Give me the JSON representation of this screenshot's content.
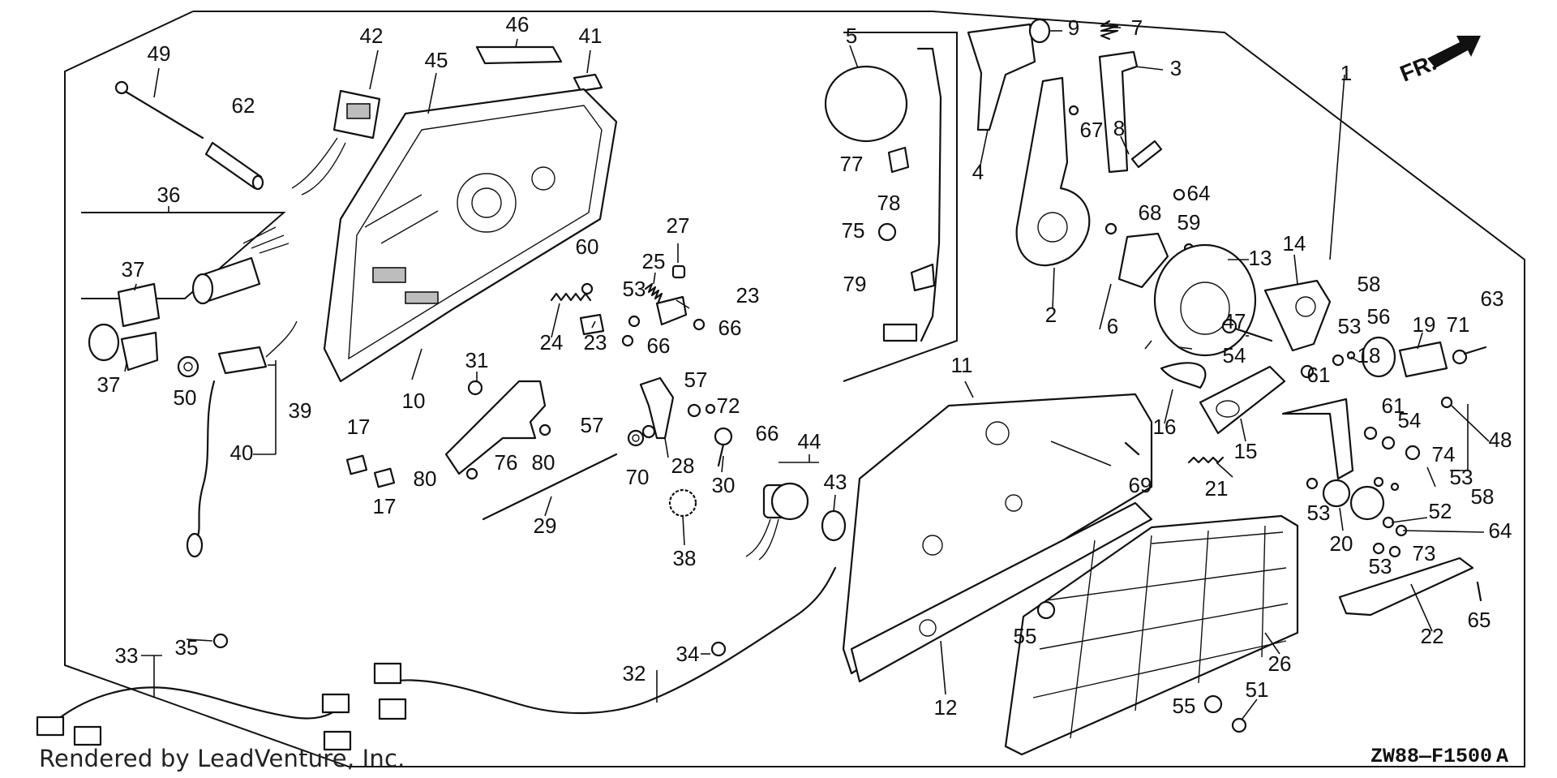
{
  "title": "",
  "diagram": {
    "orientation_label": "FR.",
    "callouts": [
      "1",
      "2",
      "3",
      "4",
      "5",
      "6",
      "7",
      "8",
      "9",
      "10",
      "11",
      "12",
      "13",
      "14",
      "15",
      "16",
      "17",
      "17",
      "18",
      "19",
      "20",
      "21",
      "22",
      "23",
      "23",
      "24",
      "25",
      "26",
      "27",
      "28",
      "29",
      "30",
      "31",
      "32",
      "33",
      "34",
      "35",
      "36",
      "37",
      "37",
      "38",
      "39",
      "40",
      "41",
      "42",
      "43",
      "44",
      "45",
      "46",
      "47",
      "48",
      "49",
      "50",
      "51",
      "52",
      "53",
      "53",
      "53",
      "53",
      "53",
      "54",
      "54",
      "55",
      "55",
      "56",
      "57",
      "57",
      "58",
      "58",
      "59",
      "60",
      "61",
      "61",
      "62",
      "63",
      "64",
      "64",
      "65",
      "66",
      "66",
      "66",
      "67",
      "68",
      "69",
      "70",
      "71",
      "72",
      "73",
      "74",
      "75",
      "76",
      "77",
      "78",
      "79",
      "80",
      "80"
    ]
  },
  "footer": {
    "credit": "Rendered by LeadVenture, Inc.",
    "code": "ZW88—F1500 A"
  }
}
